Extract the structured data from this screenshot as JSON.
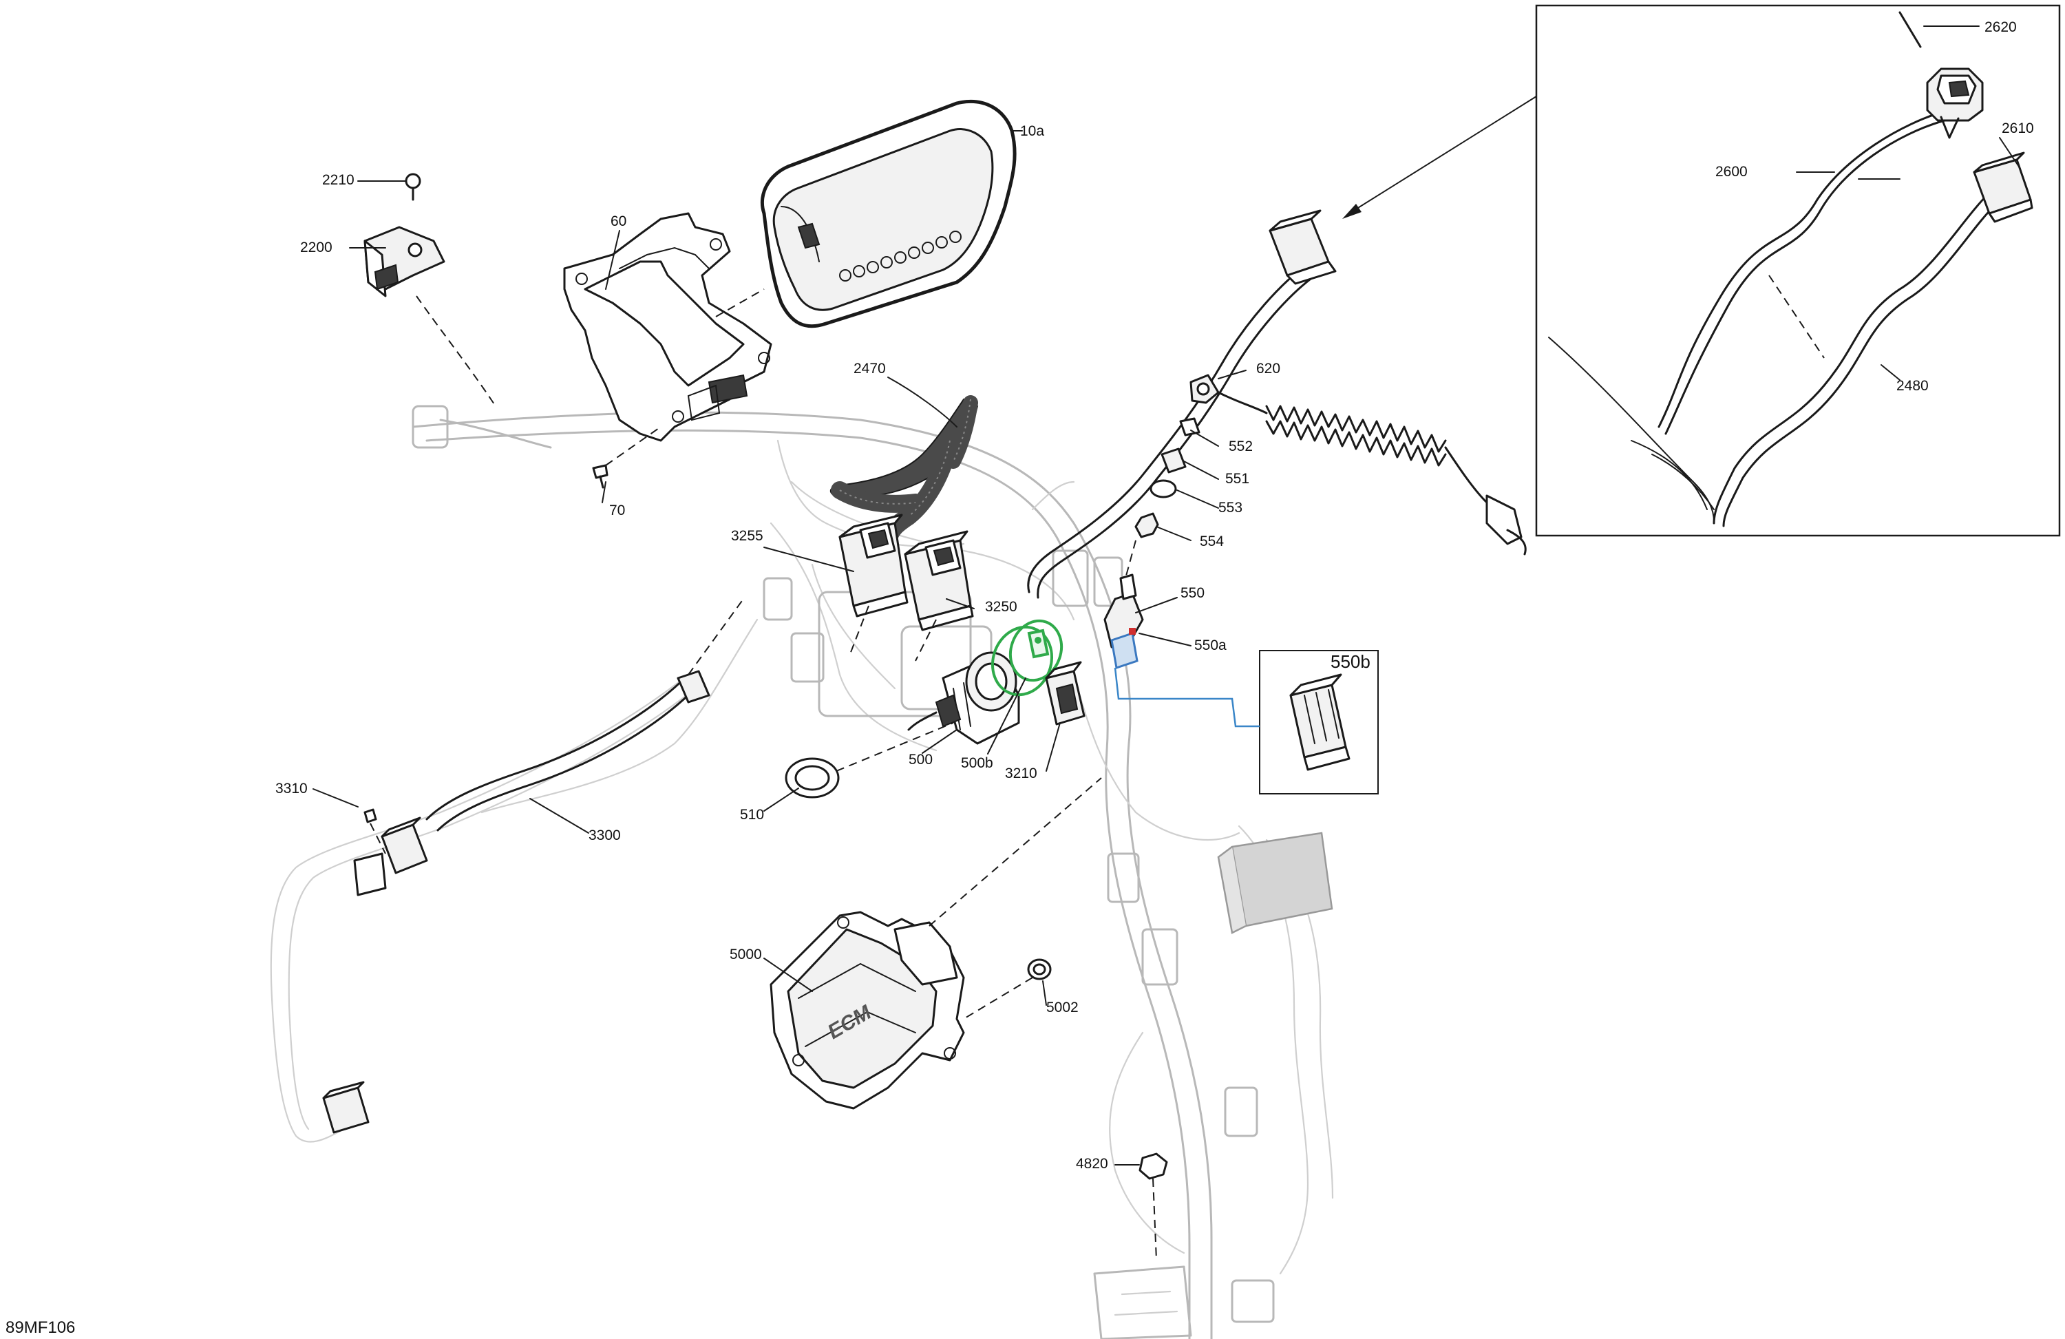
{
  "figure_ref": "89MF106",
  "inset_callout": "550b",
  "part_labels": {
    "p2620": "2620",
    "p2610": "2610",
    "p2600": "2600",
    "p2480": "2480",
    "p10a": "10a",
    "p2210": "2210",
    "p2200": "2200",
    "p60": "60",
    "p70": "70",
    "p2470": "2470",
    "p620": "620",
    "p552": "552",
    "p551": "551",
    "p553": "553",
    "p554": "554",
    "p3255": "3255",
    "p3250": "3250",
    "p550": "550",
    "p550a": "550a",
    "p500": "500",
    "p500b": "500b",
    "p3210": "3210",
    "p510": "510",
    "p3310": "3310",
    "p3300": "3300",
    "p5000": "5000",
    "p5002": "5002",
    "p4820": "4820"
  },
  "ecm_marking": "ECM",
  "colors": {
    "line": "#1a1a1a",
    "ghost_harness": "#b8b8b8",
    "highlight_green": "#2faa4a",
    "highlight_blue": "#3a78c0",
    "highlight_red": "#d03030"
  }
}
